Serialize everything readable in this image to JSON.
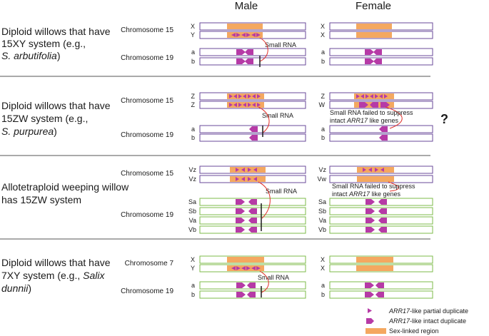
{
  "headers": {
    "male": "Male",
    "female": "Female"
  },
  "colors": {
    "purple_outline": "#6a4a9a",
    "green_outline": "#7dbb4a",
    "sex_region": "#f4a860",
    "duplicate": "#b63aa6",
    "separator": "#555555",
    "small_rna_arrow": "#e0302a"
  },
  "sections": [
    {
      "title_lines": [
        "Diploid willows that have",
        "15XY system (e.g.,"
      ],
      "title_italic": "S. arbutifolia",
      "title_after": ")",
      "sex_chromosome_label": "Chromosome 15",
      "autosome_label": "Chromosome 19",
      "male_sex_labels": [
        "X",
        "Y"
      ],
      "female_sex_labels": [
        "X",
        "X"
      ],
      "male_auto_labels": [
        "a",
        "b"
      ],
      "female_auto_labels": [
        "a",
        "b"
      ],
      "male_annotation": "Small RNA"
    },
    {
      "title_lines": [
        "Diploid willows that have",
        "15ZW system (e.g.,"
      ],
      "title_italic": "S. purpurea",
      "title_after": ")",
      "sex_chromosome_label": "Chromosome 15",
      "autosome_label": "Chromosome 19",
      "male_sex_labels": [
        "Z",
        "Z"
      ],
      "female_sex_labels": [
        "Z",
        "W"
      ],
      "male_auto_labels": [
        "a",
        "b"
      ],
      "female_auto_labels": [
        "a",
        "b"
      ],
      "male_annotation": "Small RNA",
      "female_annotation_line1": "Small RNA failed to suppress",
      "female_annotation_pre": "intact ",
      "female_annotation_italic": "ARR17",
      "female_annotation_post": " like genes",
      "question_mark": "?"
    },
    {
      "title_lines": [
        "Allotetraploid weeping willow",
        "has 15ZW system"
      ],
      "sex_chromosome_label": "Chromosome 15",
      "autosome_label": "Chromosome 19",
      "male_sex_labels": [
        "Vz",
        "Vz"
      ],
      "female_sex_labels": [
        "Vz",
        "Vw"
      ],
      "male_auto_labels": [
        "Sa",
        "Sb",
        "Va",
        "Vb"
      ],
      "female_auto_labels": [
        "Sa",
        "Sb",
        "Va",
        "Vb"
      ],
      "male_annotation": "Small RNA",
      "female_annotation_line1": "Small RNA failed to suppress",
      "female_annotation_pre": "intact ",
      "female_annotation_italic": "ARR17",
      "female_annotation_post": " like genes"
    },
    {
      "title_lines": [
        "Diploid willows that have",
        "7XY system (e.g., "
      ],
      "title_italic_inline": "Salix",
      "title_line3_italic": "dunnii",
      "title_after": ")",
      "sex_chromosome_label": "Chromosome 7",
      "autosome_label": "Chromosome 19",
      "male_sex_labels": [
        "X",
        "Y"
      ],
      "female_sex_labels": [
        "X",
        "X"
      ],
      "male_auto_labels": [
        "a",
        "b"
      ],
      "female_auto_labels": [
        "a",
        "b"
      ],
      "male_annotation": "Small RNA"
    }
  ],
  "legend": [
    {
      "italic": "ARR17",
      "text": "-like partial duplicate",
      "icon": "partial-duplicate-icon"
    },
    {
      "italic": "ARR17",
      "text": "-like intact duplicate",
      "icon": "intact-duplicate-icon"
    },
    {
      "italic": "",
      "text": "Sex-linked region",
      "icon": "sex-linked-region-swatch"
    }
  ]
}
